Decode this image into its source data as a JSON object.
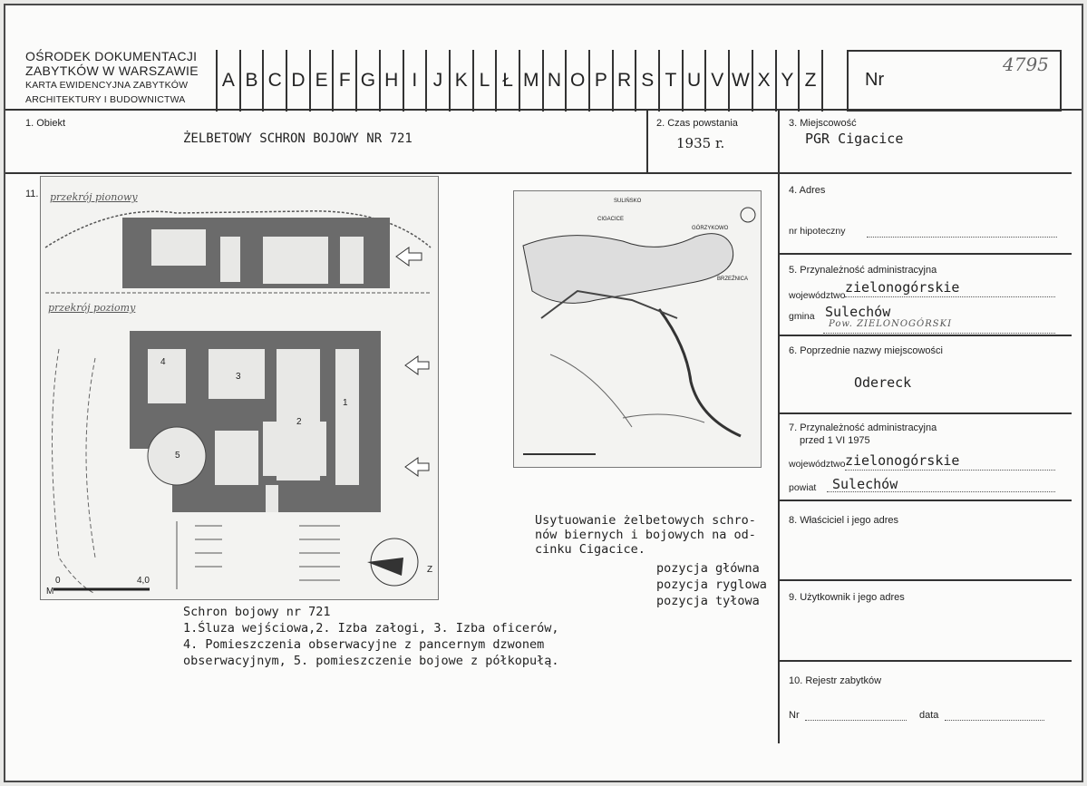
{
  "header": {
    "institution": [
      "OŚRODEK DOKUMENTACJI",
      "ZABYTKÓW W WARSZAWIE",
      "KARTA EWIDENCYJNA ZABYTKÓW",
      "ARCHITEKTURY I BUDOWNICTWA"
    ],
    "letters": [
      "A",
      "B",
      "C",
      "D",
      "E",
      "F",
      "G",
      "H",
      "I",
      "J",
      "K",
      "L",
      "Ł",
      "M",
      "N",
      "O",
      "P",
      "R",
      "S",
      "T",
      "U",
      "V",
      "W",
      "X",
      "Y",
      "Z"
    ],
    "nr_label": "Nr",
    "nr_value": "4795"
  },
  "fields": {
    "obiekt_label": "1. Obiekt",
    "obiekt_value": "ŻELBETOWY SCHRON BOJOWY NR 721",
    "czas_label": "2. Czas powstania",
    "czas_value": "1935 r.",
    "miejscowosc_label": "3. Miejscowość",
    "miejscowosc_value": "PGR Cigacice",
    "adres_label": "4. Adres",
    "nr_hipoteczny_label": "nr hipoteczny",
    "przyn_label": "5. Przynależność administracyjna",
    "wojewodztwo_label": "województwo",
    "wojewodztwo_value": "zielonogórskie",
    "gmina_label": "gmina",
    "gmina_value": "Sulechów",
    "gmina_hand": "Pow. ZIELONOGÓRSKI",
    "poprzednie_label": "6. Poprzednie nazwy miejscowości",
    "poprzednie_value": "Odereck",
    "przyn1975_label": "7. Przynależność administracyjna",
    "przyn1975_label2": "przed 1 VI 1975",
    "wojewodztwo1975_label": "województwo",
    "wojewodztwo1975_value": "zielonogórskie",
    "powiat_label": "powiat",
    "powiat_value": "Sulechów",
    "wlasciciel_label": "8. Właściciel i jego adres",
    "uzytkownik_label": "9. Użytkownik i jego adres",
    "rejestr_label": "10. Rejestr zabytków",
    "rejestr_nr_label": "Nr",
    "rejestr_data_label": "data"
  },
  "section11": {
    "label": "11.",
    "drawing_label_top": "przekrój pionowy",
    "drawing_label_mid": "przekrój poziomy",
    "scale_0": "0",
    "scale_4": "4,0",
    "scale_m": "M",
    "room_numbers": [
      "1",
      "2",
      "3",
      "4",
      "5"
    ],
    "compass_label": "Z",
    "caption_title": "Schron bojowy nr 721",
    "caption_lines": [
      "1.Śluza wejściowa,2. Izba załogi, 3. Izba oficerów,",
      "4. Pomieszczenia obserwacyjne z pancernym dzwonem",
      "obserwacyjnym, 5. pomieszczenie bojowe z półkopułą."
    ],
    "map_caption_lines": [
      "Usytuowanie żelbetowych schro-",
      "nów biernych i bojowych na od-",
      "cinku Cigacice."
    ],
    "map_legend": [
      "pozycja główna",
      "pozycja ryglowa",
      "pozycja tyłowa"
    ],
    "map_labels": [
      "CIGACICE",
      "GÓRZYKOWO",
      "SULIŃSKO",
      "BRZEŹNICA"
    ]
  }
}
